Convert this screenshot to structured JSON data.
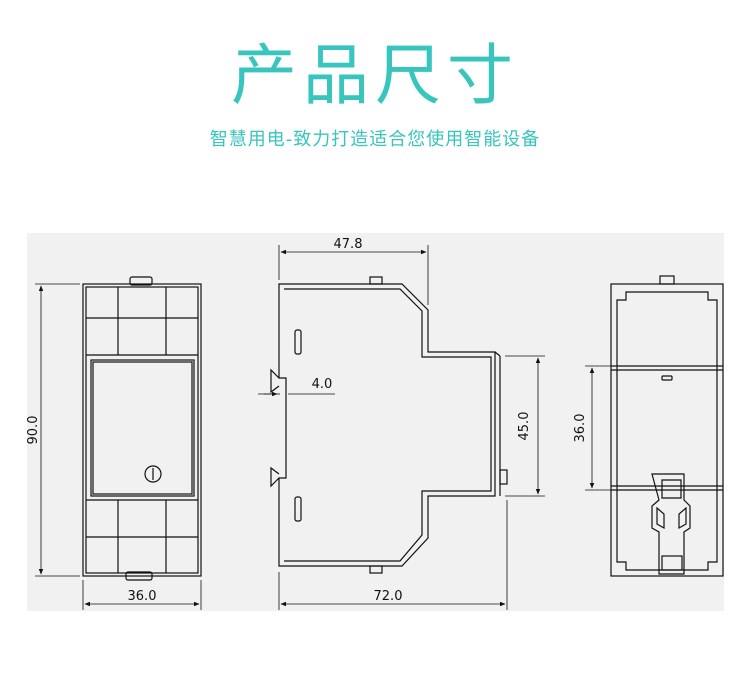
{
  "header": {
    "title": "产品尺寸",
    "subtitle": "智慧用电-致力打造适合您使用智能设备"
  },
  "colors": {
    "accent": "#37c5bd",
    "panel": "#f1f1f1",
    "line": "#111111"
  },
  "dimensions": {
    "front_height": "90.0",
    "front_width": "36.0",
    "side_depth_top": "47.8",
    "side_rail_offset": "4.0",
    "side_front_height": "45.0",
    "side_total_depth": "72.0",
    "back_rail_height": "36.0"
  }
}
